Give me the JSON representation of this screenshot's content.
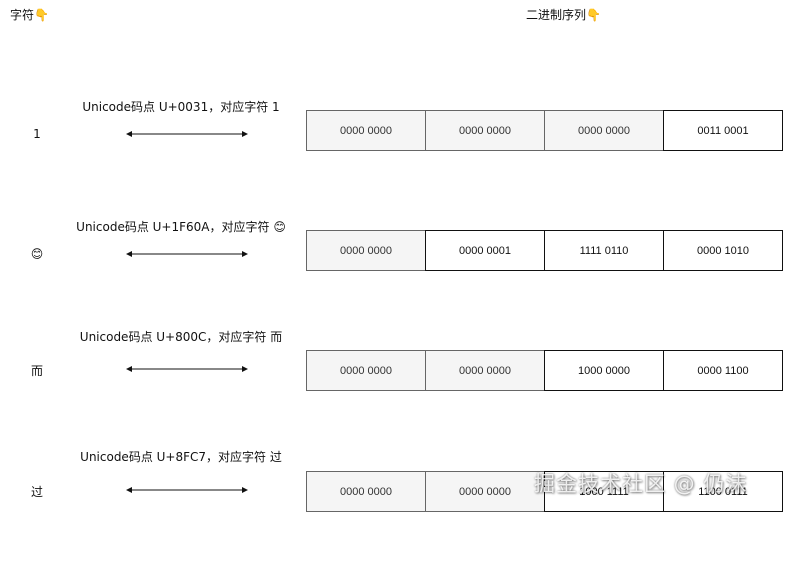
{
  "headers": {
    "char": "字符",
    "bits": "二进制序列"
  },
  "rows": [
    {
      "char": "1",
      "caption": "Unicode码点 U+0031，对应字符 1",
      "bytes": [
        "0000 0000",
        "0000 0000",
        "0000 0000",
        "0011 0001"
      ],
      "kinds": [
        "pad",
        "pad",
        "pad",
        "data"
      ]
    },
    {
      "char": "😊",
      "caption": "Unicode码点 U+1F60A，对应字符 😊",
      "bytes": [
        "0000 0000",
        "0000 0001",
        "1111 0110",
        "0000 1010"
      ],
      "kinds": [
        "pad",
        "data",
        "data",
        "data"
      ]
    },
    {
      "char": "而",
      "caption": "Unicode码点 U+800C，对应字符 而",
      "bytes": [
        "0000 0000",
        "0000 0000",
        "1000 0000",
        "0000 1100"
      ],
      "kinds": [
        "pad",
        "pad",
        "data",
        "data"
      ]
    },
    {
      "char": "过",
      "caption": "Unicode码点 U+8FC7，对应字符 过",
      "bytes": [
        "0000 0000",
        "0000 0000",
        "1000 1111",
        "1100 0111"
      ],
      "kinds": [
        "pad",
        "pad",
        "data",
        "data"
      ]
    }
  ],
  "watermark": "掘金技术社区 @ 仍沫",
  "icons": {
    "header_pointer": "pointing-down-hand-icon"
  }
}
